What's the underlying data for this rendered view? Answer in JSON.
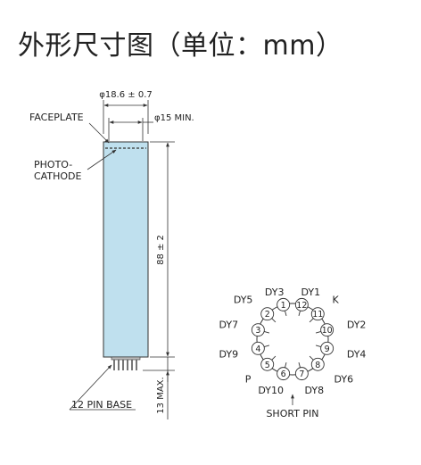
{
  "title": "外形尺寸图（单位：mm）",
  "tube": {
    "diameter": "φ18.6 ± 0.7",
    "min_diameter": "φ15 MIN.",
    "length": "88 ± 2",
    "base_height": "13 MAX.",
    "faceplate": "FACEPLATE",
    "photocathode_line1": "PHOTO-",
    "photocathode_line2": "CATHODE",
    "base": "12 PIN BASE",
    "colors": {
      "body": "#bfe0ee",
      "outline": "#333333"
    }
  },
  "base_diagram": {
    "pins": [
      {
        "num": "1",
        "label": "DY3"
      },
      {
        "num": "2",
        "label": "DY5"
      },
      {
        "num": "3",
        "label": "DY7"
      },
      {
        "num": "4",
        "label": "DY9"
      },
      {
        "num": "5",
        "label": "P"
      },
      {
        "num": "6",
        "label": "DY10"
      },
      {
        "num": "7",
        "label": "DY8"
      },
      {
        "num": "8",
        "label": "DY6"
      },
      {
        "num": "9",
        "label": "DY4"
      },
      {
        "num": "10",
        "label": "DY2"
      },
      {
        "num": "11",
        "label": "K"
      },
      {
        "num": "12",
        "label": "DY1"
      }
    ],
    "short_pin": "SHORT PIN"
  }
}
